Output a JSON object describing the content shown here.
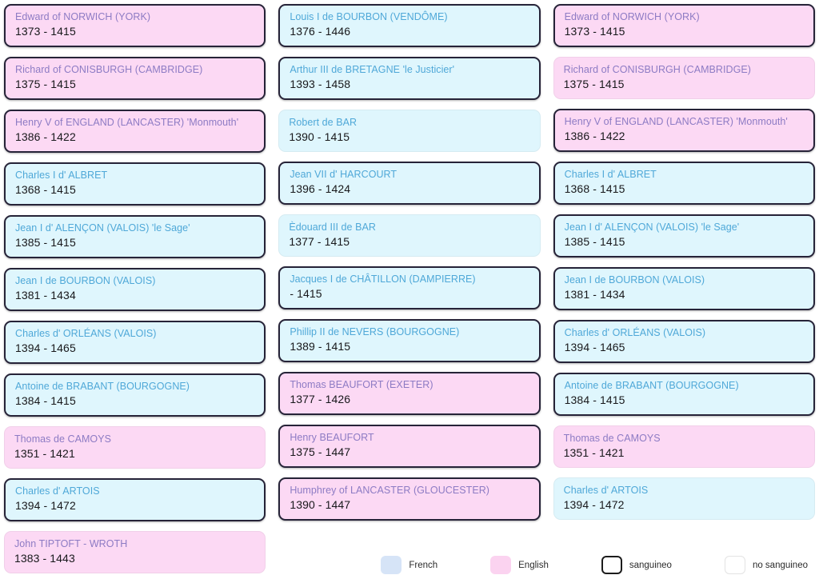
{
  "columns": [
    {
      "id": "column-1",
      "cards": [
        {
          "name": "Edward of NORWICH (YORK)",
          "dates": "1373 - 1415",
          "nation": "english",
          "blood": "sanguineo"
        },
        {
          "name": "Richard of CONISBURGH (CAMBRIDGE)",
          "dates": "1375 - 1415",
          "nation": "english",
          "blood": "sanguineo"
        },
        {
          "name": "Henry V of ENGLAND (LANCASTER) 'Monmouth'",
          "dates": "1386 - 1422",
          "nation": "english",
          "blood": "sanguineo"
        },
        {
          "name": "Charles I d' ALBRET",
          "dates": "1368 - 1415",
          "nation": "french",
          "blood": "sanguineo"
        },
        {
          "name": "Jean I d' ALENÇON (VALOIS) 'le Sage'",
          "dates": "1385 - 1415",
          "nation": "french",
          "blood": "sanguineo"
        },
        {
          "name": "Jean I de BOURBON (VALOIS)",
          "dates": "1381 - 1434",
          "nation": "french",
          "blood": "sanguineo"
        },
        {
          "name": "Charles d' ORLÉANS (VALOIS)",
          "dates": "1394 - 1465",
          "nation": "french",
          "blood": "sanguineo"
        },
        {
          "name": "Antoine de BRABANT (BOURGOGNE)",
          "dates": "1384 - 1415",
          "nation": "french",
          "blood": "sanguineo"
        },
        {
          "name": "Thomas de CAMOYS",
          "dates": "1351 - 1421",
          "nation": "english",
          "blood": "no-sanguineo"
        },
        {
          "name": "Charles d' ARTOIS",
          "dates": "1394 - 1472",
          "nation": "french",
          "blood": "sanguineo"
        },
        {
          "name": "John TIPTOFT - WROTH",
          "dates": "1383 - 1443",
          "nation": "english",
          "blood": "no-sanguineo"
        }
      ]
    },
    {
      "id": "column-2",
      "cards": [
        {
          "name": "Louis I de BOURBON (VENDÔME)",
          "dates": "1376 - 1446",
          "nation": "french",
          "blood": "sanguineo"
        },
        {
          "name": "Arthur III de BRETAGNE 'le Justicier'",
          "dates": "1393 - 1458",
          "nation": "french",
          "blood": "sanguineo"
        },
        {
          "name": "Robert de BAR",
          "dates": "1390 - 1415",
          "nation": "french",
          "blood": "no-sanguineo"
        },
        {
          "name": "Jean VII d' HARCOURT",
          "dates": "1396 - 1424",
          "nation": "french",
          "blood": "sanguineo"
        },
        {
          "name": "Èdouard III de BAR",
          "dates": "1377 - 1415",
          "nation": "french",
          "blood": "no-sanguineo"
        },
        {
          "name": "Jacques I de CHÂTILLON (DAMPIERRE)",
          "dates": "- 1415",
          "nation": "french",
          "blood": "sanguineo"
        },
        {
          "name": "Phillip II de NEVERS (BOURGOGNE)",
          "dates": "1389 - 1415",
          "nation": "french",
          "blood": "sanguineo"
        },
        {
          "name": "Thomas BEAUFORT (EXETER)",
          "dates": "1377 - 1426",
          "nation": "english",
          "blood": "sanguineo"
        },
        {
          "name": "Henry BEAUFORT",
          "dates": "1375 - 1447",
          "nation": "english",
          "blood": "sanguineo"
        },
        {
          "name": "Humphrey of LANCASTER (GLOUCESTER)",
          "dates": "1390 - 1447",
          "nation": "english",
          "blood": "sanguineo"
        }
      ]
    },
    {
      "id": "column-3",
      "cards": [
        {
          "name": "Edward of NORWICH (YORK)",
          "dates": "1373 - 1415",
          "nation": "english",
          "blood": "sanguineo"
        },
        {
          "name": "Richard of CONISBURGH (CAMBRIDGE)",
          "dates": "1375 - 1415",
          "nation": "english",
          "blood": "no-sanguineo"
        },
        {
          "name": "Henry V of ENGLAND (LANCASTER) 'Monmouth'",
          "dates": "1386 - 1422",
          "nation": "english",
          "blood": "sanguineo"
        },
        {
          "name": "Charles I d' ALBRET",
          "dates": "1368 - 1415",
          "nation": "french",
          "blood": "sanguineo"
        },
        {
          "name": "Jean I d' ALENÇON (VALOIS) 'le Sage'",
          "dates": "1385 - 1415",
          "nation": "french",
          "blood": "sanguineo"
        },
        {
          "name": "Jean I de BOURBON (VALOIS)",
          "dates": "1381 - 1434",
          "nation": "french",
          "blood": "sanguineo"
        },
        {
          "name": "Charles d' ORLÉANS (VALOIS)",
          "dates": "1394 - 1465",
          "nation": "french",
          "blood": "sanguineo"
        },
        {
          "name": "Antoine de BRABANT (BOURGOGNE)",
          "dates": "1384 - 1415",
          "nation": "french",
          "blood": "sanguineo"
        },
        {
          "name": "Thomas de CAMOYS",
          "dates": "1351 - 1421",
          "nation": "english",
          "blood": "no-sanguineo"
        },
        {
          "name": "Charles d' ARTOIS",
          "dates": "1394 - 1472",
          "nation": "french",
          "blood": "no-sanguineo"
        }
      ]
    }
  ],
  "legend": [
    {
      "key": "french",
      "label": "French",
      "color": "#D6E4F7"
    },
    {
      "key": "english",
      "label": "English",
      "color": "#FBD3F0"
    },
    {
      "key": "sanguineo",
      "label": "sanguineo",
      "color": "#1C1C1C"
    },
    {
      "key": "no-sanguineo",
      "label": "no sanguineo",
      "color": "#E3E3E3"
    }
  ]
}
